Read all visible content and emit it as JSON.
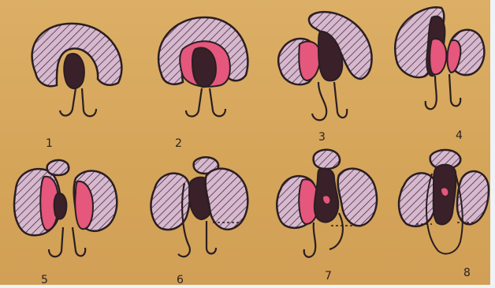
{
  "figure": {
    "panels": [
      {
        "label": "1"
      },
      {
        "label": "2"
      },
      {
        "label": "3"
      },
      {
        "label": "4"
      },
      {
        "label": "5"
      },
      {
        "label": "6"
      },
      {
        "label": "7"
      },
      {
        "label": "8"
      }
    ]
  },
  "colors": {
    "background": "#d8a95e",
    "hatched_lobe": "#d7b9cf",
    "pink_region": "#e5577d",
    "dark_region": "#3a2028",
    "outline": "#2a1e22"
  }
}
